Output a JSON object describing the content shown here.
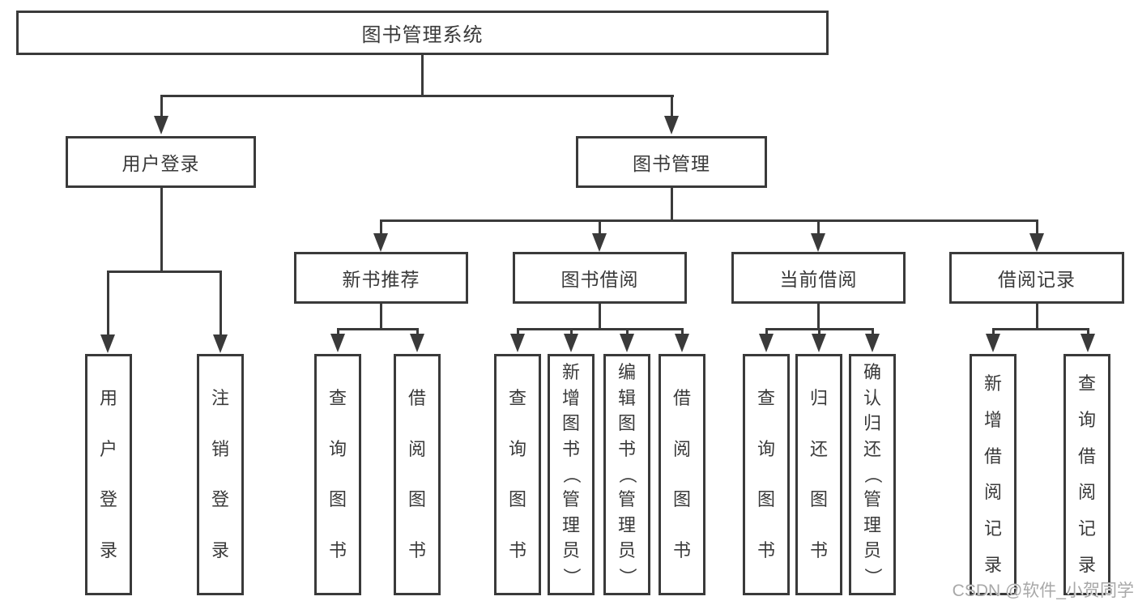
{
  "nodes": {
    "root": "图书管理系统",
    "level2": [
      "用户登录",
      "图书管理"
    ],
    "level3": [
      "新书推荐",
      "图书借阅",
      "当前借阅",
      "借阅记录"
    ],
    "leaves": [
      "用户登录",
      "注销登录",
      "查询图书",
      "借阅图书",
      "查询图书",
      "新增图书（管理员）",
      "编辑图书（管理员）",
      "借阅图书",
      "查询图书",
      "归还图书",
      "确认归还（管理员）",
      "新增借阅记录",
      "查询借阅记录"
    ]
  },
  "colors": {
    "line": "#3a3a3a",
    "text": "#3a3a3a",
    "background": "#ffffff",
    "watermark": "#a8a8a8"
  },
  "watermark": "CSDN @软件_小贺同学"
}
